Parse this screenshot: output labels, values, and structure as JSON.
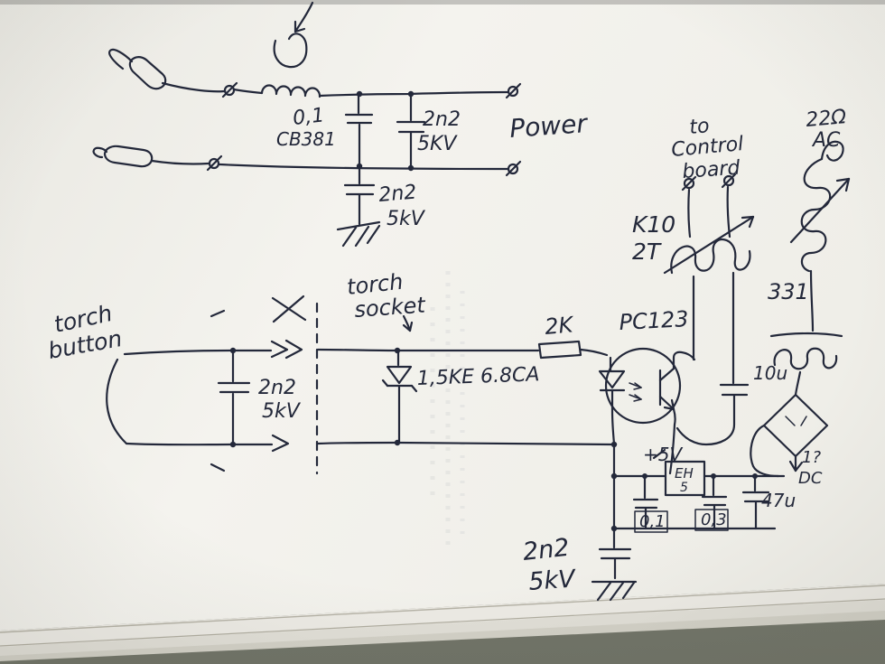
{
  "photo": {
    "table_color": "#7d8073",
    "paper_color": "#f3f2ed",
    "ink_color": "#23283a",
    "description": "hand-drawn-circuit-schematic-on-paper"
  },
  "labels": {
    "power": "Power",
    "filter_cap_value": "0,1",
    "filter_core": "CB381",
    "cap_top_value": "2n2",
    "cap_top_voltage": "5KV",
    "cap_gnd_value": "2n2",
    "cap_gnd_voltage": "5kV",
    "torch_line1": "torch",
    "torch_line2": "button",
    "socket_line1": "torch",
    "socket_line2": "socket",
    "cap_button_value": "2n2",
    "cap_button_voltage": "5kV",
    "tvs": "1,5KE 6.8CA",
    "series_resistor": "2K",
    "optocoupler": "PC123",
    "cap_opto": "10u",
    "relay_name": "K10",
    "relay_contacts": "2T",
    "to_line1": "to",
    "to_line2": "Control",
    "to_line3": "board",
    "r_ac_value": "22Ω",
    "r_ac_type": "AC",
    "part_331": "331",
    "plus5v": "+5V",
    "reg_line1": "EH",
    "reg_line2": "5",
    "cap_reg1": "0,1",
    "cap_reg2": "0,3",
    "cap_reg3": "47u",
    "dc_line1": "1?",
    "dc_line2": "DC",
    "cap_bottom_value": "2n2",
    "cap_bottom_voltage": "5kV"
  }
}
